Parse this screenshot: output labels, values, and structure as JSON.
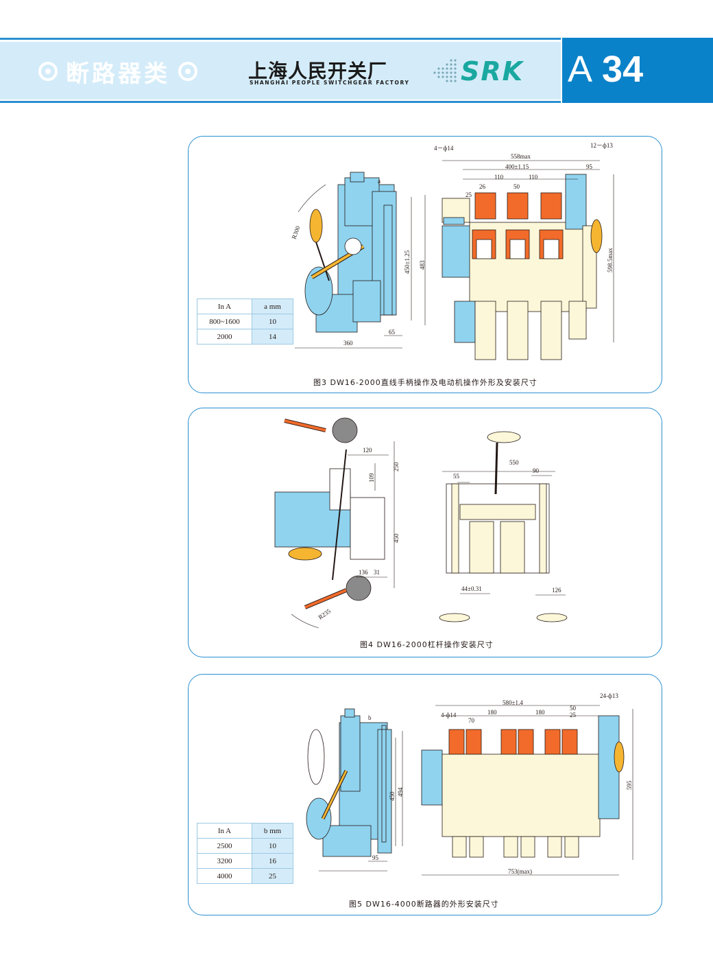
{
  "header": {
    "category": "断路器类",
    "company_cn": "上海人民开关厂",
    "company_en": "SHANGHAI PEOPLE SWITCHGEAR FACTORY",
    "logo": "SRK",
    "section": "A",
    "page_number": "34",
    "colors": {
      "band": "#d4ecf9",
      "accent": "#2a8fd0",
      "page_box": "#0a82c9",
      "logo": "#1aa8a0"
    }
  },
  "figures": [
    {
      "caption": "图3 DW16-2000直线手柄操作及电动机操作外形及安装尺寸",
      "table": {
        "headers": [
          "In A",
          "a mm"
        ],
        "rows": [
          [
            "800~1600",
            "10"
          ],
          [
            "2000",
            "14"
          ]
        ]
      },
      "dims": [
        "4－ф14",
        "12－ф13",
        "558max",
        "400±1.15",
        "95",
        "110",
        "110",
        "50",
        "26",
        "25",
        "a",
        "R300",
        "450±1.25",
        "483",
        "598.5max",
        "65",
        "360"
      ]
    },
    {
      "caption": "图4 DW16-2000杠杆操作安装尺寸",
      "dims": [
        "120",
        "109",
        "250",
        "450",
        "136",
        "31",
        "R235",
        "550",
        "55",
        "90",
        "44±0.31",
        "126"
      ]
    },
    {
      "caption": "图5 DW16-4000断路器的外形安装尺寸",
      "table": {
        "headers": [
          "In A",
          "b mm"
        ],
        "rows": [
          [
            "2500",
            "10"
          ],
          [
            "3200",
            "16"
          ],
          [
            "4000",
            "25"
          ]
        ]
      },
      "dims": [
        "24-ф13",
        "580±1.4",
        "4-ф14",
        "180",
        "180",
        "50",
        "25",
        "70",
        "b",
        "450",
        "494",
        "595",
        "95",
        "753(max)"
      ]
    }
  ]
}
